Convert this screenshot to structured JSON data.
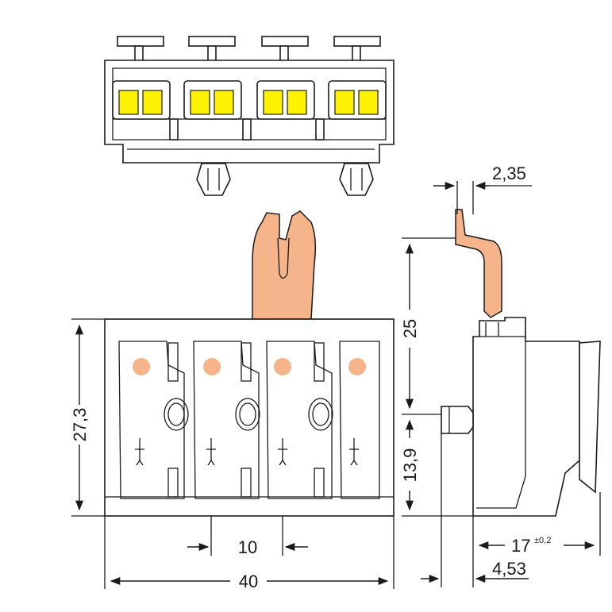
{
  "drawing": {
    "colors": {
      "outline": "#1a1a1a",
      "background": "#ffffff",
      "release_tab": "#f6b48a",
      "spring_contact": "#fff200",
      "contact_mark": "#f6b48a"
    },
    "dimensions": {
      "height_27_3": "27,3",
      "width_40": "40",
      "pitch_10": "10",
      "height_25": "25",
      "height_13_9": "13,9",
      "thickness_2_35": "2,35",
      "depth_17": "17",
      "depth_17_tolerance": "±0,2",
      "offset_4_53": "4,53"
    }
  }
}
